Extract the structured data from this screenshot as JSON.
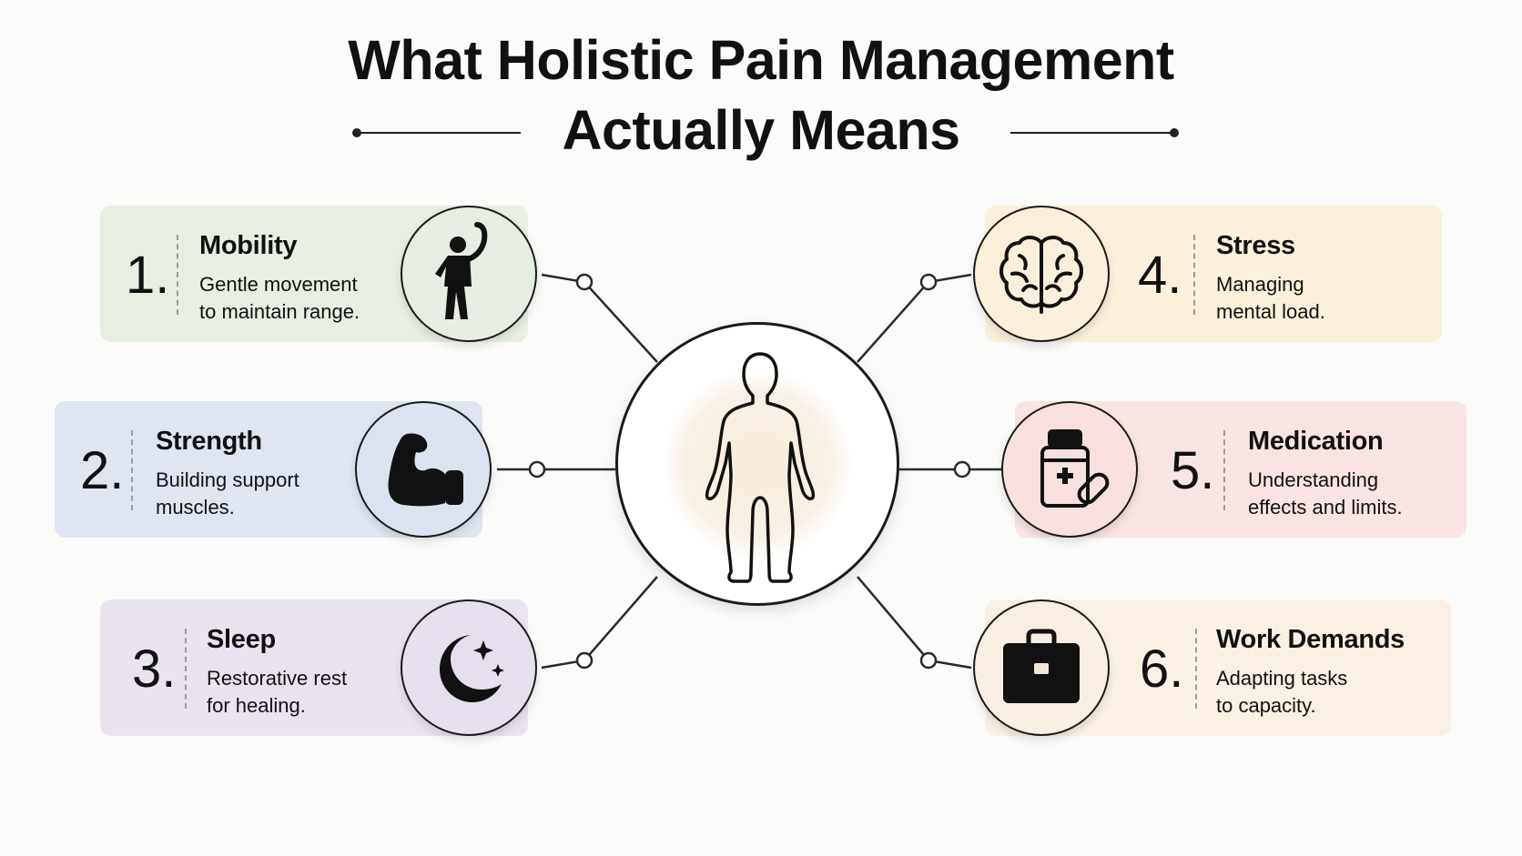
{
  "header": {
    "title_line1": "What Holistic Pain Management",
    "title_line2": "Actually Means"
  },
  "center": {
    "icon": "human-body-outline-icon"
  },
  "items": [
    {
      "number": "1.",
      "title": "Mobility",
      "desc": "Gentle movement\nto maintain range.",
      "icon": "stretching-person-icon",
      "card_color": "#e7efe3",
      "circle_color": "#e6eee3"
    },
    {
      "number": "2.",
      "title": "Strength",
      "desc": "Building support\nmuscles.",
      "icon": "flexed-bicep-icon",
      "card_color": "#dfe6f1",
      "circle_color": "#dae3ef"
    },
    {
      "number": "3.",
      "title": "Sleep",
      "desc": "Restorative rest\nfor healing.",
      "icon": "moon-stars-icon",
      "card_color": "#e9e3ef",
      "circle_color": "#e5dfee"
    },
    {
      "number": "4.",
      "title": "Stress",
      "desc": "Managing\nmental load.",
      "icon": "brain-icon",
      "card_color": "#fbf0dc",
      "circle_color": "#faefdb"
    },
    {
      "number": "5.",
      "title": "Medication",
      "desc": "Understanding\neffects and limits.",
      "icon": "pill-bottle-icon",
      "card_color": "#f8e4e2",
      "circle_color": "#f7e0de"
    },
    {
      "number": "6.",
      "title": "Work Demands",
      "desc": "Adapting tasks\nto capacity.",
      "icon": "briefcase-icon",
      "card_color": "#faf0e4",
      "circle_color": "#f9eee2"
    }
  ]
}
